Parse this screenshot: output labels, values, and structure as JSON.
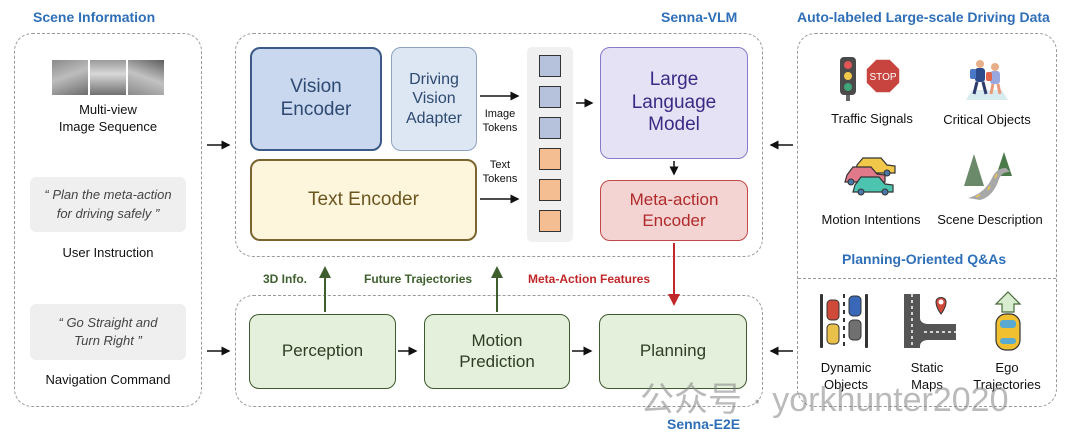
{
  "sections": {
    "scene_info": "Scene Information",
    "senna_vlm": "Senna-VLM",
    "auto_labeled": "Auto-labeled Large-scale Driving Data",
    "planning_qa": "Planning-Oriented Q&As",
    "senna_e2e": "Senna-E2E"
  },
  "scene": {
    "multiview_label_1": "Multi-view",
    "multiview_label_2": "Image Sequence",
    "user_instruction_quote_1": "“ Plan the meta-action",
    "user_instruction_quote_2": "for driving safely ”",
    "user_instruction_label": "User Instruction",
    "nav_quote_1": "“ Go Straight and",
    "nav_quote_2": "Turn Right ”",
    "nav_label": "Navigation Command"
  },
  "vlm": {
    "vision_encoder_1": "Vision",
    "vision_encoder_2": "Encoder",
    "adapter_1": "Driving",
    "adapter_2": "Vision",
    "adapter_3": "Adapter",
    "text_encoder": "Text Encoder",
    "image_tokens_1": "Image",
    "image_tokens_2": "Tokens",
    "text_tokens_1": "Text",
    "text_tokens_2": "Tokens",
    "llm_1": "Large",
    "llm_2": "Language",
    "llm_3": "Model",
    "meta_1": "Meta-action",
    "meta_2": "Encoder",
    "tokens": [
      "image",
      "image",
      "image",
      "text",
      "text",
      "text"
    ]
  },
  "flows": {
    "info_3d": "3D Info.",
    "future_traj": "Future Trajectories",
    "meta_features": "Meta-Action Features"
  },
  "e2e": {
    "perception": "Perception",
    "motion_1": "Motion",
    "motion_2": "Prediction",
    "planning": "Planning"
  },
  "data": {
    "traffic_signals": "Traffic Signals",
    "critical_objects": "Critical Objects",
    "motion_intentions": "Motion Intentions",
    "scene_description": "Scene Description",
    "stop_text": "STOP",
    "dynamic_1": "Dynamic",
    "dynamic_2": "Objects",
    "static_1": "Static",
    "static_2": "Maps",
    "ego_1": "Ego",
    "ego_2": "Trajectories"
  },
  "watermark": "公众号 · yorkhunter2020",
  "colors": {
    "title_blue": "#2f6fb8",
    "vision_fill": "#c9d8ee",
    "vision_border": "#3b5a85",
    "adapter_fill": "#dde6f3",
    "text_enc_fill": "#fdf5dc",
    "text_enc_border": "#7a6530",
    "llm_fill": "#e6e2f5",
    "llm_border": "#8a78c8",
    "meta_fill": "#f4d3d3",
    "meta_border": "#c04848",
    "e2e_fill": "#e4f0dc",
    "e2e_border": "#3f5a2e",
    "green_arrow": "#3f5f2e",
    "red_arrow": "#c0282a"
  }
}
